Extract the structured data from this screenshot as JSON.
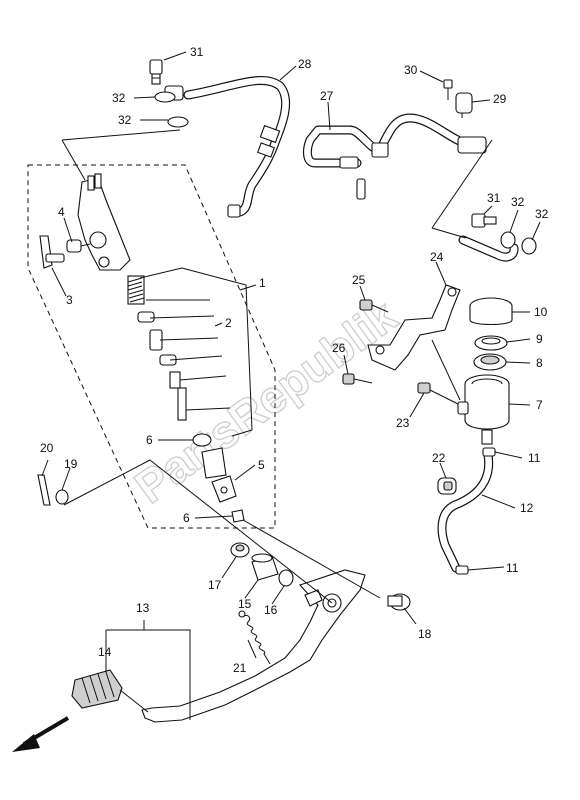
{
  "watermark": "PartsRepublik",
  "callouts": [
    {
      "id": "c31a",
      "label": "31"
    },
    {
      "id": "c32a",
      "label": "32"
    },
    {
      "id": "c32b",
      "label": "32"
    },
    {
      "id": "c28",
      "label": "28"
    },
    {
      "id": "c30",
      "label": "30"
    },
    {
      "id": "c27",
      "label": "27"
    },
    {
      "id": "c29",
      "label": "29"
    },
    {
      "id": "c4",
      "label": "4"
    },
    {
      "id": "c3",
      "label": "3"
    },
    {
      "id": "c1",
      "label": "1"
    },
    {
      "id": "c2",
      "label": "2"
    },
    {
      "id": "c31b",
      "label": "31"
    },
    {
      "id": "c32c",
      "label": "32"
    },
    {
      "id": "c32d",
      "label": "32"
    },
    {
      "id": "c24",
      "label": "24"
    },
    {
      "id": "c25",
      "label": "25"
    },
    {
      "id": "c10",
      "label": "10"
    },
    {
      "id": "c9",
      "label": "9"
    },
    {
      "id": "c8",
      "label": "8"
    },
    {
      "id": "c26",
      "label": "26"
    },
    {
      "id": "c7",
      "label": "7"
    },
    {
      "id": "c23",
      "label": "23"
    },
    {
      "id": "c6a",
      "label": "6"
    },
    {
      "id": "c20",
      "label": "20"
    },
    {
      "id": "c19",
      "label": "19"
    },
    {
      "id": "c5",
      "label": "5"
    },
    {
      "id": "c22",
      "label": "22"
    },
    {
      "id": "c11a",
      "label": "11"
    },
    {
      "id": "c12",
      "label": "12"
    },
    {
      "id": "c6b",
      "label": "6"
    },
    {
      "id": "c11b",
      "label": "11"
    },
    {
      "id": "c17",
      "label": "17"
    },
    {
      "id": "c15",
      "label": "15"
    },
    {
      "id": "c16",
      "label": "16"
    },
    {
      "id": "c13",
      "label": "13"
    },
    {
      "id": "c18",
      "label": "18"
    },
    {
      "id": "c14",
      "label": "14"
    },
    {
      "id": "c21",
      "label": "21"
    }
  ],
  "orientation_arrow": "front-direction-arrow"
}
